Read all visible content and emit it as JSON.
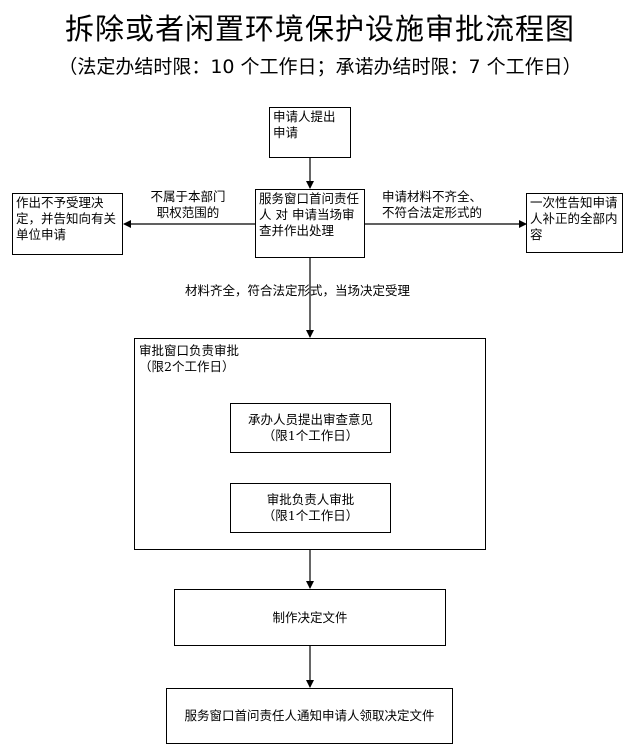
{
  "title": "拆除或者闲置环境保护设施审批流程图",
  "subtitle": "（法定办结时限：10 个工作日；承诺办结时限：7 个工作日）",
  "nodes": {
    "apply": "申请人提出申请",
    "service_window": "服务窗口首问责任人 对 申请当场审查并作出处理",
    "reject": "作出不予受理决定，并告知向有关单位申请",
    "notify_supplement": "一次性告知申请人补正的全部内容",
    "approval_group_title": "审批窗口负责审批",
    "approval_group_limit": "（限2个工作日）",
    "review_opinion_title": "承办人员提出审查意见",
    "review_opinion_limit": "（限1个工作日）",
    "approver_review_title": "审批负责人审批",
    "approver_review_limit": "（限1个工作日）",
    "make_document": "制作决定文件",
    "notify_pickup": "服务窗口首问责任人通知申请人领取决定文件"
  },
  "edges": {
    "not_in_scope_line1": "不属于本部门",
    "not_in_scope_line2": "职权范围的",
    "incomplete_line1": "申请材料不齐全、",
    "incomplete_line2": "不符合法定形式的",
    "accepted": "材料齐全，符合法定形式，当场决定受理"
  }
}
